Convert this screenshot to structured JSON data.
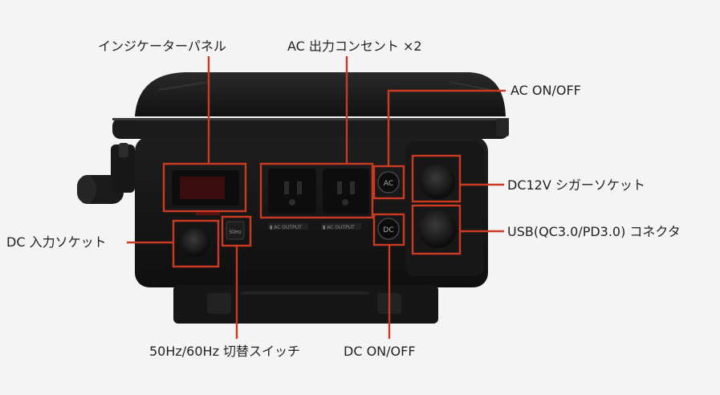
{
  "labels": {
    "indicator_panel": "インジケーターパネル",
    "ac_outlets": "AC 出力コンセント ×2",
    "ac_switch": "AC ON/OFF",
    "dc12v_socket": "DC12V シガーソケット",
    "usb_connector": "USB(QC3.0/PD3.0) コネクタ",
    "dc_input": "DC 入力ソケット",
    "freq_switch": "50Hz/60Hz 切替スイッチ",
    "dc_switch": "DC ON/OFF"
  },
  "device_marks": {
    "ac_button": "AC",
    "dc_button": "DC",
    "outlet_label_1": "▮ AC OUTPUT",
    "outlet_label_2": "▮ AC OUTPUT",
    "freq_switch_mark": "50Hz"
  },
  "colors": {
    "callout": "#cc3a22",
    "device_body": "#141414",
    "background": "#f4f4f4",
    "text": "#222222"
  }
}
